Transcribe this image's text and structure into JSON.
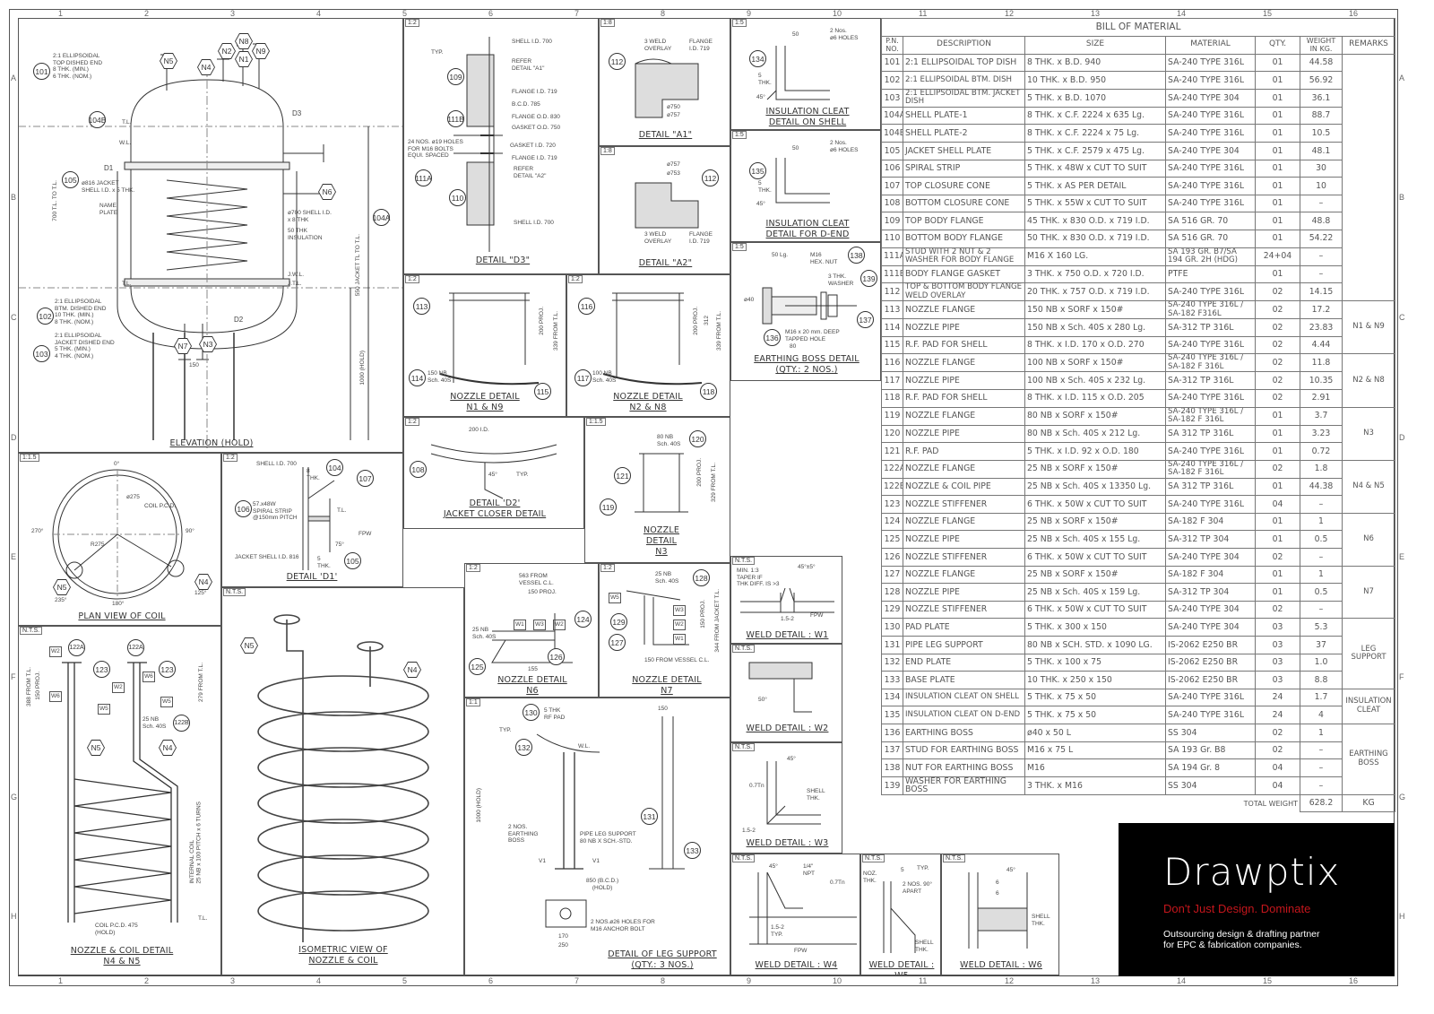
{
  "grid": {
    "numbers": [
      "1",
      "2",
      "3",
      "4",
      "5",
      "6",
      "7",
      "8",
      "9",
      "10",
      "11",
      "12",
      "13",
      "14",
      "15",
      "16"
    ],
    "letters": [
      "A",
      "B",
      "C",
      "D",
      "E",
      "F",
      "G",
      "H"
    ]
  },
  "elevation": {
    "scale": "",
    "title": "ELEVATION (HOLD)",
    "callouts": [
      "101",
      "104B",
      "105",
      "104A",
      "D3",
      "D1",
      "D2",
      "102",
      "103"
    ],
    "nozzles": [
      "N5",
      "N4",
      "N2",
      "N8",
      "N1",
      "N9",
      "N6",
      "N7",
      "N3"
    ],
    "notes": [
      "2:1 ELLIPSOIDAL\nTOP DISHED END\n8 THK. (MIN.)\n6 THK. (NOM.)",
      "ø816 JACKET\nSHELL I.D. x 5 THK.",
      "NAME\nPLATE",
      "ø700 SHELL I.D.\nx 8 THK",
      "50 THK\nINSULATION",
      "2:1 ELLIPSOIDAL\nBTM. DISHED END\n10 THK. (MIN.)\n8 THK. (NOM.)",
      "2:1 ELLIPSOIDAL\nJACKET DISHED END\n5 THK. (MIN.)\n4 THK. (NOM.)",
      "1000 (HOLD)",
      "150",
      "T.L.",
      "W.L.",
      "T.L.",
      "J.W.L.",
      "J.T.L.",
      "700 T.L. TO T.L.",
      "550 JACKET TL TO T.L."
    ]
  },
  "d3": {
    "scale": "1:2",
    "title": "DETAIL \"D3\"",
    "callouts": [
      "109",
      "111B",
      "111A",
      "110"
    ],
    "notes": [
      "SHELL I.D. 700",
      "REFER\nDETAIL \"A1\"",
      "FLANGE I.D. 719",
      "B.C.D. 785",
      "FLANGE O.D. 830",
      "GASKET O.D. 750",
      "GASKET I.D. 720",
      "FLANGE I.D. 719",
      "24 NOS. ø19 HOLES\nFOR M16 BOLTS\nEQUI. SPACED",
      "REFER\nDETAIL \"A2\"",
      "SHELL I.D. 700",
      "TYP."
    ]
  },
  "a1": {
    "scale": "1:8",
    "title": "DETAIL \"A1\"",
    "callouts": [
      "112"
    ],
    "notes": [
      "3 WELD\nOVERLAY",
      "FLANGE\nI.D. 719",
      "ø750",
      "ø757"
    ]
  },
  "a2": {
    "scale": "1:8",
    "title": "DETAIL \"A2\"",
    "callouts": [
      "112"
    ],
    "notes": [
      "ø757",
      "ø753",
      "3 WELD\nOVERLAY",
      "FLANGE\nI.D. 719"
    ]
  },
  "cleat_shell": {
    "scale": "1:5",
    "title": "INSULATION CLEAT\nDETAIL ON SHELL",
    "callouts": [
      "134"
    ],
    "notes": [
      "50",
      "2 Nos.\nø6 HOLES",
      "5\nTHK.",
      "45°"
    ]
  },
  "cleat_dend": {
    "scale": "1:5",
    "title": "INSULATION CLEAT\nDETAIL FOR D-END",
    "callouts": [
      "135"
    ],
    "notes": [
      "50",
      "2 Nos.\nø6 HOLES",
      "5\nTHK.",
      "45°"
    ]
  },
  "earthing": {
    "scale": "1:5",
    "title": "EARTHING BOSS DETAIL\n(QTY.: 2 NOS.)",
    "callouts": [
      "138",
      "139",
      "137",
      "136"
    ],
    "notes": [
      "50 Lg.",
      "M16\nHEX. NUT",
      "3 THK.\nWASHER",
      "M16 x 20 mm. DEEP\nTAPPED HOLE",
      "80",
      "ø40"
    ]
  },
  "n1": {
    "scale": "1:2",
    "title": "NOZZLE DETAIL\nN1 & N9",
    "callouts": [
      "113",
      "114",
      "115"
    ],
    "notes": [
      "150 NB\nSch. 40S",
      "200 PROJ.",
      "339 FROM T.L."
    ]
  },
  "n2": {
    "scale": "1:2",
    "title": "NOZZLE DETAIL\nN2 & N8",
    "callouts": [
      "116",
      "117",
      "118"
    ],
    "notes": [
      "100 NB\nSch. 40S",
      "200 PROJ.",
      "312",
      "339 FROM T.L."
    ]
  },
  "d2": {
    "scale": "1:2",
    "title": "DETAIL 'D2'\nJACKET CLOSER DETAIL",
    "callouts": [
      "108"
    ],
    "notes": [
      "200 I.D.",
      "45°",
      "TYP."
    ]
  },
  "n3": {
    "scale": "1:1.5",
    "title": "NOZZLE\nDETAIL\nN3",
    "callouts": [
      "120",
      "121",
      "119"
    ],
    "notes": [
      "80 NB\nSch. 40S",
      "200 PROJ.",
      "329 FROM T.L."
    ]
  },
  "plan": {
    "scale": "1:1.5",
    "title": "PLAN VIEW OF COIL",
    "angles": [
      "0°",
      "90°",
      "180°",
      "270°",
      "235°",
      "125°"
    ],
    "nozzles": [
      "N5",
      "N4"
    ],
    "notes": [
      "ø275",
      "R275",
      "COIL P.C.D."
    ]
  },
  "d1": {
    "scale": "1:2",
    "title": "DETAIL 'D1'",
    "callouts": [
      "104",
      "107",
      "106",
      "105"
    ],
    "notes": [
      "SHELL I.D. 700",
      "8\nTHK.",
      "57.x48W\nSPIRAL STRIP\n@150mm PITCH",
      "JACKET SHELL I.D. 816",
      "5\nTHK.",
      "T.L.",
      "75°",
      "FPW"
    ]
  },
  "coil": {
    "scale": "N.T.S.",
    "title": "NOZZLE & COIL DETAIL\nN4 & N5",
    "callouts": [
      "122A",
      "122A",
      "123",
      "123",
      "122B"
    ],
    "labels": [
      "W2",
      "W2",
      "W6",
      "W6",
      "W5",
      "W5"
    ],
    "nozzles": [
      "N5",
      "N4"
    ],
    "notes": [
      "150 PROJ.",
      "388 FROM T.L.",
      "279 FROM T.L.",
      "25 NB\nSch. 40S",
      "INTERNAL COIL\n25 NB x 100 PITCH x 6 TURNS",
      "COIL P.C.D. 475\n(HOLD)",
      "T.L."
    ]
  },
  "iso": {
    "scale": "N.T.S.",
    "title": "ISOMETRIC VIEW OF\nNOZZLE & COIL",
    "nozzles": [
      "N5",
      "N4"
    ]
  },
  "n6": {
    "scale": "1:2",
    "title": "NOZZLE DETAIL\nN6",
    "callouts": [
      "124",
      "125",
      "126"
    ],
    "labels": [
      "W3",
      "W2",
      "W1"
    ],
    "notes": [
      "563 FROM\nVESSEL C.L.",
      "150 PROJ.",
      "25 NB\nSch. 40S",
      "155"
    ]
  },
  "n7": {
    "scale": "1:2",
    "title": "NOZZLE DETAIL\nN7",
    "callouts": [
      "128",
      "129",
      "127"
    ],
    "labels": [
      "W5",
      "W3",
      "W2",
      "W1"
    ],
    "notes": [
      "25 NB\nSch. 40S",
      "150 PROJ.",
      "344 FROM JACKET T.L.",
      "150 FROM VESSEL C.L."
    ]
  },
  "leg": {
    "scale": "1:1",
    "title": "DETAIL OF LEG SUPPORT\n(QTY.: 3 NOS.)",
    "callouts": [
      "130",
      "132",
      "131",
      "133"
    ],
    "notes": [
      "5 THK\nRF PAD",
      "150",
      "W.L.",
      "PIPE LEG SUPPORT\n80 NB X SCH.-STD.",
      "2 NOS.\nEARTHING\nBOSS",
      "1000 (HOLD)",
      "850 (B.C.D.)\n(HOLD)",
      "2 NOS.ø26 HOLES FOR\nM16 ANCHOR BOLT",
      "170",
      "250",
      "V1",
      "V1",
      "TYP."
    ]
  },
  "w1": {
    "scale": "N.T.S.",
    "title": "WELD DETAIL : W1",
    "notes": [
      "MIN. 1:3\nTAPER IF\nTHK DIFF. IS >3",
      "45°±5°",
      "1.5-2",
      "FPW"
    ]
  },
  "w2": {
    "scale": "N.T.S.",
    "title": "WELD DETAIL : W2",
    "notes": [
      "50°"
    ]
  },
  "w3": {
    "scale": "N.T.S.",
    "title": "WELD DETAIL : W3",
    "notes": [
      "45°",
      "0.7Tn",
      "SHELL\nTHK.",
      "1.5-2"
    ]
  },
  "w4": {
    "scale": "N.T.S.",
    "title": "WELD DETAIL : W4",
    "notes": [
      "45°",
      "1/4\"\nNPT",
      "0.7Tn",
      "1.5-2\nTYP.",
      "FPW"
    ]
  },
  "w5": {
    "scale": "N.T.S.",
    "title": "WELD DETAIL : W5",
    "notes": [
      "5",
      "TYP.",
      "2 NOS. 90°\nAPART",
      "NOZ.\nTHK.",
      "SHELL\nTHK."
    ]
  },
  "w6": {
    "scale": "N.T.S.",
    "title": "WELD DETAIL : W6",
    "notes": [
      "45°",
      "6",
      "6",
      "SHELL\nTHK."
    ]
  },
  "bom": {
    "title": "BILL OF MATERIAL",
    "headers": [
      "P.N. NO.",
      "DESCRIPTION",
      "SIZE",
      "MATERIAL",
      "QTY.",
      "WEIGHT IN KG.",
      "REMARKS"
    ],
    "rows": [
      [
        "101",
        "2:1 ELLIPSOIDAL TOP DISH",
        "8 THK. x B.D. 940",
        "SA-240 TYPE 316L",
        "01",
        "44.58"
      ],
      [
        "102",
        "2:1 ELLIPSOIDAL BTM. DISH",
        "10 THK. x B.D. 950",
        "SA-240 TYPE 316L",
        "01",
        "56.92"
      ],
      [
        "103",
        "2:1 ELLIPSOIDAL BTM. JACKET DISH",
        "5 THK. x B.D. 1070",
        "SA-240 TYPE 304",
        "01",
        "36.1"
      ],
      [
        "104A",
        "SHELL PLATE-1",
        "8 THK. x C.F. 2224 x 635 Lg.",
        "SA-240 TYPE 316L",
        "01",
        "88.7"
      ],
      [
        "104B",
        "SHELL PLATE-2",
        "8 THK. x C.F. 2224 x 75 Lg.",
        "SA-240 TYPE 316L",
        "01",
        "10.5"
      ],
      [
        "105",
        "JACKET SHELL PLATE",
        "5 THK. x C.F. 2579 x 475 Lg.",
        "SA-240 TYPE 304",
        "01",
        "48.1"
      ],
      [
        "106",
        "SPIRAL STRIP",
        "5 THK. x 48W x CUT TO SUIT",
        "SA-240 TYPE 316L",
        "01",
        "30"
      ],
      [
        "107",
        "TOP CLOSURE CONE",
        "5 THK. x AS PER DETAIL",
        "SA-240 TYPE 316L",
        "01",
        "10"
      ],
      [
        "108",
        "BOTTOM CLOSURE CONE",
        "5 THK. x 55W x CUT TO SUIT",
        "SA-240 TYPE 316L",
        "01",
        "–"
      ],
      [
        "109",
        "TOP BODY FLANGE",
        "45 THK. x 830 O.D. x 719 I.D.",
        "SA 516 GR. 70",
        "01",
        "48.8"
      ],
      [
        "110",
        "BOTTOM BODY FLANGE",
        "50 THK. x 830 O.D. x 719 I.D.",
        "SA 516 GR. 70",
        "01",
        "54.22"
      ],
      [
        "111A",
        "STUD WITH 2 NUT & 2 WASHER FOR BODY FLANGE",
        "M16 X 160 LG.",
        "SA 193 GR. B7/SA 194 GR. 2H (HDG)",
        "24+04",
        "–"
      ],
      [
        "111B",
        "BODY FLANGE GASKET",
        "3 THK. x 750 O.D. x 720 I.D.",
        "PTFE",
        "01",
        "–"
      ],
      [
        "112",
        "TOP & BOTTOM BODY FLANGE WELD OVERLAY",
        "20 THK. x 757 O.D. x 719 I.D.",
        "SA-240 TYPE 316L",
        "02",
        "14.15"
      ],
      [
        "113",
        "NOZZLE FLANGE",
        "150 NB x SORF x 150#",
        "SA-240 TYPE 316L / SA-182 F316L",
        "02",
        "17.2"
      ],
      [
        "114",
        "NOZZLE PIPE",
        "150 NB x Sch. 40S x 280 Lg.",
        "SA-312 TP 316L",
        "02",
        "23.83"
      ],
      [
        "115",
        "R.F. PAD FOR SHELL",
        "8 THK. x I.D. 170 x O.D. 270",
        "SA-240 TYPE 316L",
        "02",
        "4.44"
      ],
      [
        "116",
        "NOZZLE FLANGE",
        "100 NB x SORF x 150#",
        "SA-240 TYPE 316L / SA-182 F 316L",
        "02",
        "11.8"
      ],
      [
        "117",
        "NOZZLE PIPE",
        "100 NB x Sch. 40S x 232 Lg.",
        "SA-312 TP 316L",
        "02",
        "10.35"
      ],
      [
        "118",
        "R.F. PAD FOR SHELL",
        "8 THK. x I.D. 115 x O.D. 205",
        "SA-240 TYPE 316L",
        "02",
        "2.91"
      ],
      [
        "119",
        "NOZZLE FLANGE",
        "80 NB x SORF x 150#",
        "SA-240 TYPE 316L / SA-182 F 316L",
        "01",
        "3.7"
      ],
      [
        "120",
        "NOZZLE PIPE",
        "80 NB x Sch. 40S x 212 Lg.",
        "SA 312 TP 316L",
        "01",
        "3.23"
      ],
      [
        "121",
        "R.F. PAD",
        "5 THK. x I.D. 92 x O.D. 180",
        "SA-240 TYPE 316L",
        "01",
        "0.72"
      ],
      [
        "122A",
        "NOZZLE FLANGE",
        "25 NB x SORF x 150#",
        "SA-240 TYPE 316L / SA-182 F 316L",
        "02",
        "1.8"
      ],
      [
        "122B",
        "NOZZLE & COIL PIPE",
        "25 NB x Sch. 40S x 13350 Lg.",
        "SA 312 TP 316L",
        "01",
        "44.38"
      ],
      [
        "123",
        "NOZZLE STIFFENER",
        "6 THK. x 50W x CUT TO SUIT",
        "SA-240 TYPE 316L",
        "04",
        "–"
      ],
      [
        "124",
        "NOZZLE FLANGE",
        "25 NB x SORF x 150#",
        "SA-182 F 304",
        "01",
        "1"
      ],
      [
        "125",
        "NOZZLE PIPE",
        "25 NB x Sch. 40S x 155 Lg.",
        "SA-312 TP 304",
        "01",
        "0.5"
      ],
      [
        "126",
        "NOZZLE STIFFENER",
        "6 THK. x 50W x CUT TO SUIT",
        "SA-240 TYPE 304",
        "02",
        "–"
      ],
      [
        "127",
        "NOZZLE FLANGE",
        "25 NB x SORF x 150#",
        "SA-182 F 304",
        "01",
        "1"
      ],
      [
        "128",
        "NOZZLE PIPE",
        "25 NB x Sch. 40S x 159 Lg.",
        "SA-312 TP 304",
        "01",
        "0.5"
      ],
      [
        "129",
        "NOZZLE STIFFENER",
        "6 THK. x 50W x CUT TO SUIT",
        "SA-240 TYPE 304",
        "02",
        "–"
      ],
      [
        "130",
        "PAD PLATE",
        "5 THK. x 300 x 150",
        "SA-240 TYPE 304",
        "03",
        "5.3"
      ],
      [
        "131",
        "PIPE LEG SUPPORT",
        "80 NB x SCH. STD. x 1090 LG.",
        "IS-2062 E250 BR",
        "03",
        "37"
      ],
      [
        "132",
        "END PLATE",
        "5 THK. x 100 x 75",
        "IS-2062 E250 BR",
        "03",
        "1.0"
      ],
      [
        "133",
        "BASE PLATE",
        "10 THK. x 250 x 150",
        "IS-2062 E250 BR",
        "03",
        "8.8"
      ],
      [
        "134",
        "INSULATION CLEAT ON SHELL",
        "5 THK. x 75 x 50",
        "SA-240 TYPE 316L",
        "24",
        "1.7"
      ],
      [
        "135",
        "INSULATION CLEAT ON D-END",
        "5 THK. x 75 x 50",
        "SA-240 TYPE 316L",
        "24",
        "4"
      ],
      [
        "136",
        "EARTHING BOSS",
        "ø40 x 50 L",
        "SS 304",
        "02",
        "1"
      ],
      [
        "137",
        "STUD FOR EARTHING BOSS",
        "M16 x 75 L",
        "SA 193 Gr. B8",
        "02",
        "–"
      ],
      [
        "138",
        "NUT FOR EARTHING BOSS",
        "M16",
        "SA 194 Gr. 8",
        "04",
        "–"
      ],
      [
        "139",
        "WASHER FOR EARTHING BOSS",
        "3 THK. x M16",
        "SS 304",
        "04",
        "–"
      ]
    ],
    "remarks": [
      {
        "start": 0,
        "span": 14,
        "text": ""
      },
      {
        "start": 14,
        "span": 3,
        "text": "N1 & N9"
      },
      {
        "start": 17,
        "span": 3,
        "text": "N2 & N8"
      },
      {
        "start": 20,
        "span": 3,
        "text": "N3"
      },
      {
        "start": 23,
        "span": 3,
        "text": "N4 & N5"
      },
      {
        "start": 26,
        "span": 3,
        "text": "N6"
      },
      {
        "start": 29,
        "span": 3,
        "text": "N7"
      },
      {
        "start": 32,
        "span": 4,
        "text": "LEG SUPPORT"
      },
      {
        "start": 36,
        "span": 2,
        "text": "INSULATION CLEAT"
      },
      {
        "start": 38,
        "span": 4,
        "text": "EARTHING BOSS"
      }
    ],
    "total_label": "TOTAL WEIGHT",
    "total_value": "628.2",
    "total_unit": "KG"
  },
  "logo": {
    "brand": "Drawptix",
    "tagline": "Don't Just Design. Dominate",
    "subtitle": "Outsourcing design & drafting partner\nfor EPC & fabrication companies."
  }
}
